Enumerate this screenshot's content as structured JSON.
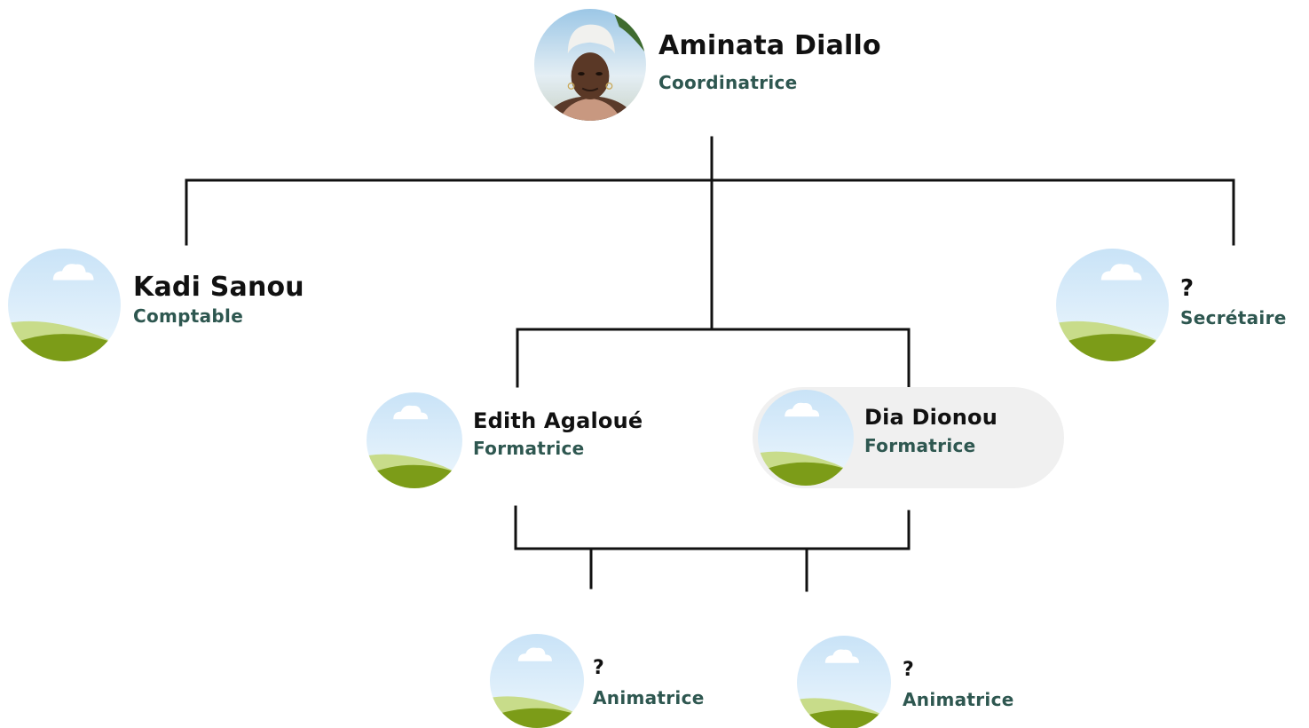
{
  "colors": {
    "line": "#111111",
    "role_text": "#2e5750",
    "highlight_bg": "#f0f0f0",
    "sky_top": "#c9e3f7",
    "sky_bottom": "#eef7fd",
    "hill_light": "#c8dc8a",
    "hill_dark": "#7c9c18"
  },
  "people": [
    {
      "name": "Aminata Diallo",
      "role": "Coordinatrice",
      "avatar": "portrait-photo"
    },
    {
      "name": "Kadi Sanou",
      "role": "Comptable",
      "avatar": "landscape-placeholder-icon"
    },
    {
      "name": "?",
      "role": "Secrétaire",
      "avatar": "landscape-placeholder-icon"
    },
    {
      "name": "Edith Agaloué",
      "role": "Formatrice",
      "avatar": "landscape-placeholder-icon"
    },
    {
      "name": "Dia Dionou",
      "role": "Formatrice",
      "avatar": "landscape-placeholder-icon",
      "highlighted": true
    },
    {
      "name": "?",
      "role": "Animatrice",
      "avatar": "landscape-placeholder-icon"
    },
    {
      "name": "?",
      "role": "Animatrice",
      "avatar": "landscape-placeholder-icon"
    }
  ]
}
